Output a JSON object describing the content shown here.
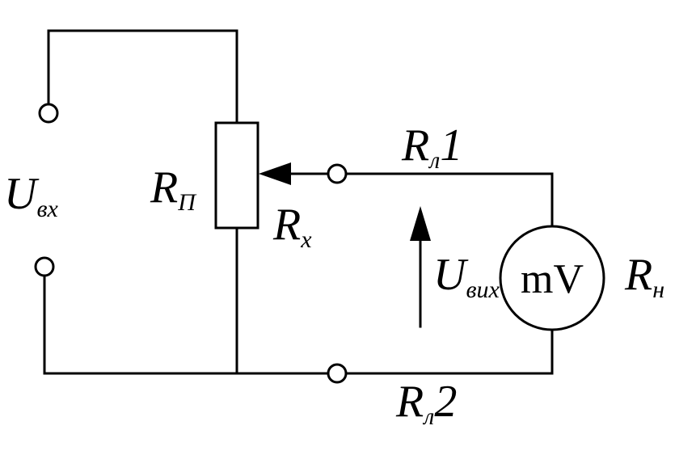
{
  "labels": {
    "u_in": {
      "main": "U",
      "sub": "вх"
    },
    "r_pot": {
      "main": "R",
      "sub": "П"
    },
    "r_x": {
      "main": "R",
      "sub": "x"
    },
    "r_line1": {
      "main": "R",
      "sub": "л",
      "suffix": "1"
    },
    "r_line2": {
      "main": "R",
      "sub": "л",
      "suffix": "2"
    },
    "u_out": {
      "main": "U",
      "sub": "вих"
    },
    "meter": "mV",
    "r_load": {
      "main": "R",
      "sub": "н"
    }
  }
}
